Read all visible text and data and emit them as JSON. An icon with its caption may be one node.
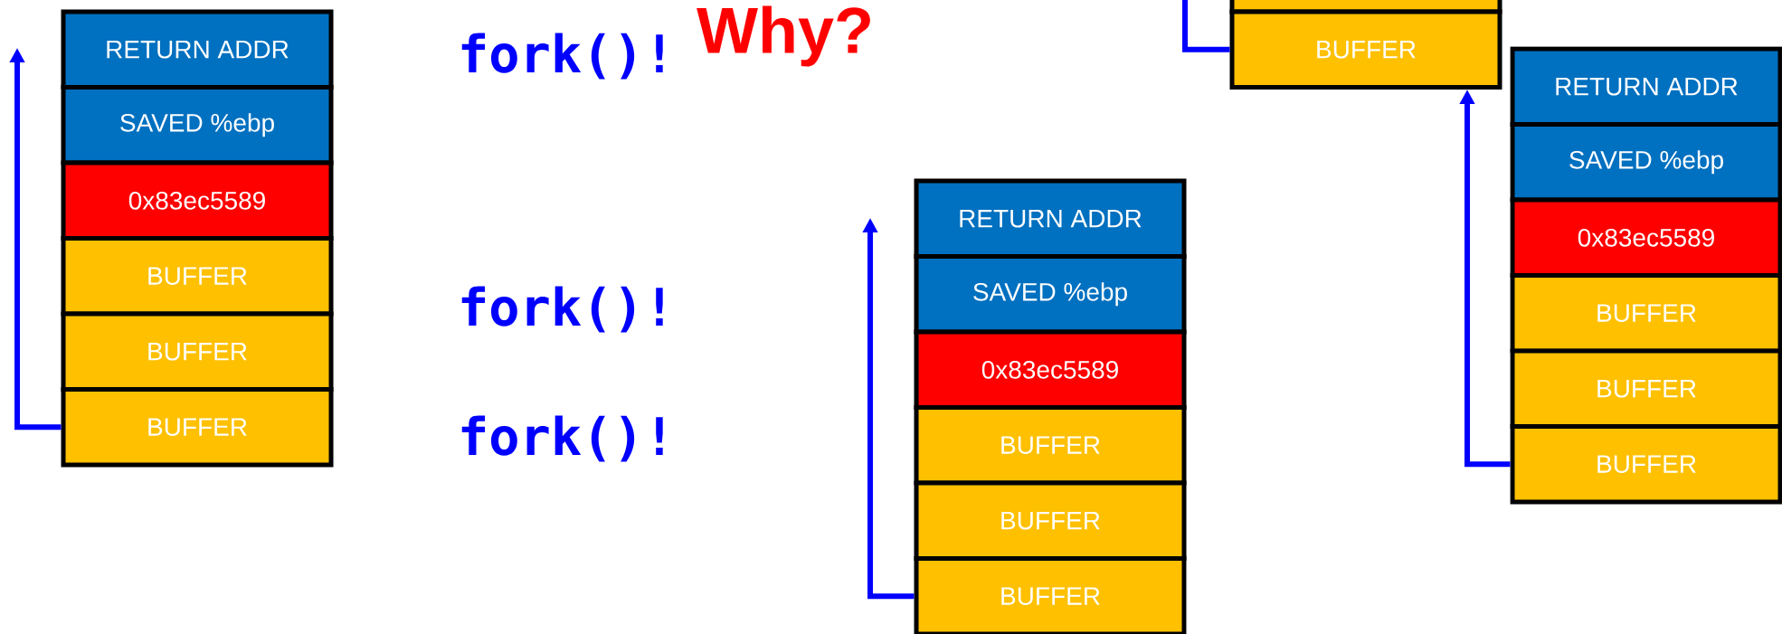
{
  "diagram": {
    "nodes": [
      {
        "text": [
          "RETURN ADDR"
        ]
      },
      {
        "text": [
          "SAVED %ebp"
        ]
      },
      {
        "text": [
          "0x83ec5589"
        ]
      },
      {
        "text": [
          "BUFFER"
        ]
      },
      {
        "text": [
          "BUFFER"
        ]
      },
      {
        "text": [
          "BUFFER"
        ]
      },
      {
        "text": [
          "RETURN ADDR"
        ]
      },
      {
        "text": [
          "SAVED %ebp"
        ]
      },
      {
        "text": [
          "0x83ec5589"
        ]
      },
      {
        "text": [
          "BUFFER"
        ]
      },
      {
        "text": [
          "BUFFER"
        ]
      },
      {
        "text": [
          "BUFFER"
        ]
      },
      {
        "text": [],
        "shape": "box"
      },
      {
        "text": [
          "BUFFER"
        ]
      },
      {
        "text": [
          "RETURN ADDR"
        ]
      },
      {
        "text": [
          "SAVED %ebp"
        ]
      },
      {
        "text": [
          "0x83ec5589"
        ]
      },
      {
        "text": [
          "BUFFER"
        ]
      },
      {
        "text": [
          "BUFFER"
        ]
      },
      {
        "text": [
          "BUFFER"
        ]
      }
    ],
    "edges": [
      {
        "from": 5,
        "to": null,
        "arrow": "to"
      },
      {
        "from": 11,
        "to": null,
        "arrow": "to"
      },
      {
        "from": 19,
        "to": 13,
        "arrow": "to"
      },
      {
        "from": 13,
        "to": null,
        "arrow": "none"
      }
    ],
    "labels": [
      "fork()!",
      "Why?",
      "fork()!",
      "fork()!"
    ]
  }
}
